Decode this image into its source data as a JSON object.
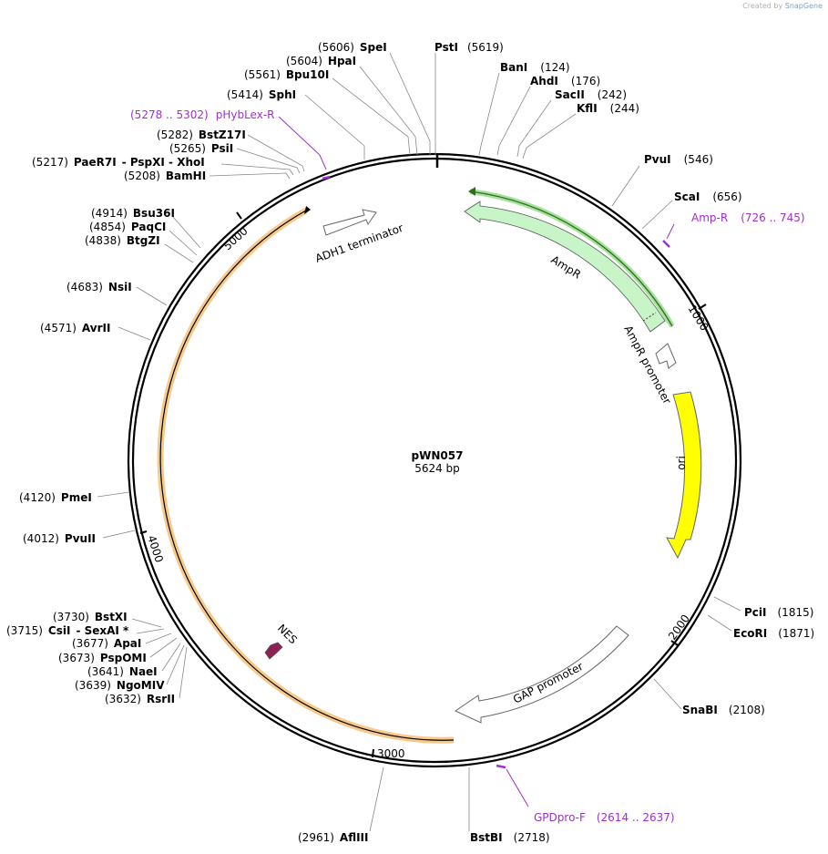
{
  "credit": {
    "prefix": "Created by",
    "brand": "SnapGene"
  },
  "plasmid": {
    "name": "pWN057",
    "size": "5624 bp"
  },
  "ticks": [
    "1000",
    "2000",
    "3000",
    "4000",
    "5000"
  ],
  "features": [
    {
      "id": "adh1",
      "label": "ADH1 terminator",
      "color": "#ffffff"
    },
    {
      "id": "ampr",
      "label": "AmpR",
      "color": "#c8f5c8"
    },
    {
      "id": "amprp",
      "label": "AmpR promoter",
      "color": "#ffffff"
    },
    {
      "id": "ori",
      "label": "ori",
      "color": "#ffff00"
    },
    {
      "id": "gap",
      "label": "GAP promoter",
      "color": "#ffffff"
    },
    {
      "id": "nes",
      "label": "NES",
      "color": "#8b2252"
    }
  ],
  "sites": {
    "s01": {
      "pos": "(5606)",
      "name": "SpeI"
    },
    "s02": {
      "pos": "(5619)",
      "name": "PstI"
    },
    "s03": {
      "pos": "(5604)",
      "name": "HpaI"
    },
    "s04": {
      "pos": "(124)",
      "name": "BanI"
    },
    "s05": {
      "pos": "(5561)",
      "name": "Bpu10I"
    },
    "s06": {
      "pos": "(176)",
      "name": "AhdI"
    },
    "s07": {
      "pos": "(242)",
      "name": "SacII"
    },
    "s08": {
      "pos": "(5414)",
      "name": "SphI"
    },
    "s09": {
      "pos": "(244)",
      "name": "KflI"
    },
    "s10": {
      "pos": "(5282)",
      "name": "BstZ17I"
    },
    "s11": {
      "pos": "(5265)",
      "name": "PsiI"
    },
    "s12": {
      "pos": "(5217)",
      "name": "PaeR7I",
      "extra": "- PspXI  - XhoI"
    },
    "s13": {
      "pos": "(5208)",
      "name": "BamHI"
    },
    "s14": {
      "pos": "(546)",
      "name": "PvuI"
    },
    "s15": {
      "pos": "(656)",
      "name": "ScaI"
    },
    "s16": {
      "pos": "(4914)",
      "name": "Bsu36I"
    },
    "s17": {
      "pos": "(4854)",
      "name": "PaqCI"
    },
    "s18": {
      "pos": "(4838)",
      "name": "BtgZI"
    },
    "s19": {
      "pos": "(4683)",
      "name": "NsiI"
    },
    "s20": {
      "pos": "(4571)",
      "name": "AvrII"
    },
    "s21": {
      "pos": "(4120)",
      "name": "PmeI"
    },
    "s22": {
      "pos": "(4012)",
      "name": "PvuII"
    },
    "s23": {
      "pos": "(1815)",
      "name": "PciI"
    },
    "s24": {
      "pos": "(1871)",
      "name": "EcoRI"
    },
    "s25": {
      "pos": "(3730)",
      "name": "BstXI"
    },
    "s26": {
      "pos": "(3715)",
      "name": "CsiI",
      "extra": "- SexAI *"
    },
    "s27": {
      "pos": "(3677)",
      "name": "ApaI"
    },
    "s28": {
      "pos": "(3673)",
      "name": "PspOMI"
    },
    "s29": {
      "pos": "(3641)",
      "name": "NaeI"
    },
    "s30": {
      "pos": "(3639)",
      "name": "NgoMIV"
    },
    "s31": {
      "pos": "(3632)",
      "name": "RsrII"
    },
    "s32": {
      "pos": "(2108)",
      "name": "SnaBI"
    },
    "s33": {
      "pos": "(2961)",
      "name": "AflIII"
    },
    "s34": {
      "pos": "(2718)",
      "name": "BstBI"
    }
  },
  "primers": {
    "p1": {
      "name": "pHybLex-R",
      "range": "(5278 .. 5302)"
    },
    "p2": {
      "name": "Amp-R",
      "range": "(726 .. 745)"
    },
    "p3": {
      "name": "GPDpro-F",
      "range": "(2614 .. 2637)"
    }
  },
  "colors": {
    "primer": "#a030cc",
    "backbone": "#000000",
    "orf": "#f5a623"
  }
}
